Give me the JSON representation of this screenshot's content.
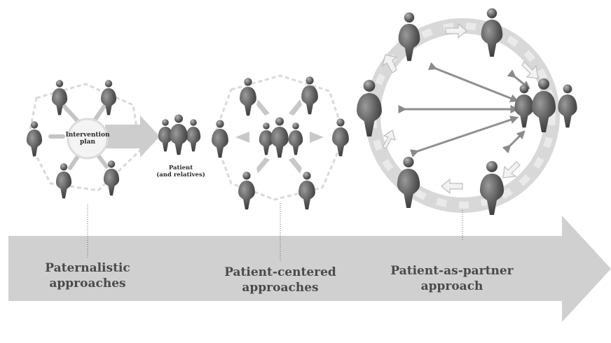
{
  "diagram": {
    "paternalistic": {
      "line1": "Paternalistic",
      "line2": "approaches",
      "center_line1": "Intervention",
      "center_line2": "plan",
      "patient_line1": "Patient",
      "patient_line2": "(and relatives)"
    },
    "patient_centered": {
      "line1": "Patient-centered",
      "line2": "approaches"
    },
    "patient_as_partner": {
      "line1": "Patient-as-partner",
      "line2": "approach"
    }
  },
  "colors": {
    "timeline_arrow": "#cfcfcf",
    "figure_dark": "#5d5d5d",
    "figure_light": "#8f8f8f",
    "ring": "#d7d7d7",
    "arrow_light": "#c6c6c6",
    "label_text": "#4a4a4a"
  },
  "icons": [
    "person-icon",
    "patient-group-icon",
    "arrow-icon"
  ]
}
